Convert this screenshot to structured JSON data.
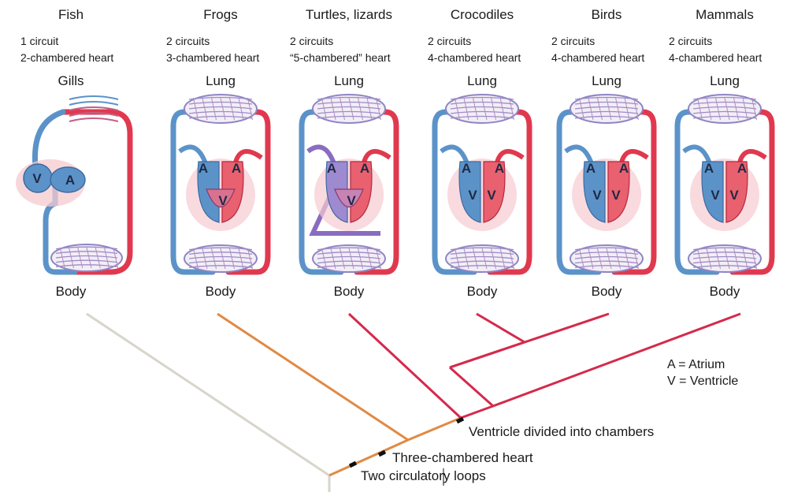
{
  "organisms": [
    {
      "name": "Fish",
      "circuits": "1 circuit",
      "heart": "2-chambered heart",
      "organ": "Gills",
      "body": "Body",
      "chambers": [
        "V",
        "A"
      ]
    },
    {
      "name": "Frogs",
      "circuits": "2 circuits",
      "heart": "3-chambered heart",
      "organ": "Lung",
      "body": "Body",
      "chambers": [
        "A",
        "A",
        "V"
      ]
    },
    {
      "name": "Turtles, lizards",
      "circuits": "2 circuits",
      "heart": "“5-chambered” heart",
      "organ": "Lung",
      "body": "Body",
      "chambers": [
        "A",
        "A",
        "V"
      ]
    },
    {
      "name": "Crocodiles",
      "circuits": "2 circuits",
      "heart": "4-chambered heart",
      "organ": "Lung",
      "body": "Body",
      "chambers": [
        "A",
        "A",
        "V",
        "V"
      ]
    },
    {
      "name": "Birds",
      "circuits": "2 circuits",
      "heart": "4-chambered heart",
      "organ": "Lung",
      "body": "Body",
      "chambers": [
        "A",
        "A",
        "V",
        "V"
      ]
    },
    {
      "name": "Mammals",
      "circuits": "2 circuits",
      "heart": "4-chambered heart",
      "organ": "Lung",
      "body": "Body",
      "chambers": [
        "A",
        "A",
        "V",
        "V"
      ]
    }
  ],
  "legend": {
    "atrium": "A = Atrium",
    "ventricle": "V = Ventricle"
  },
  "tree": {
    "node_ventricle": "Ventricle divided into chambers",
    "node_three": "Three-chambered heart",
    "node_two": "Two circulatory loops"
  },
  "colors": {
    "oxygenated": "#e0394f",
    "deoxygenated": "#5b93c9",
    "mixed": "#8a6cc0",
    "branch_fish": "#d8d4cc",
    "branch_frog": "#e08a45",
    "branch_amniote": "#d42a4c"
  }
}
